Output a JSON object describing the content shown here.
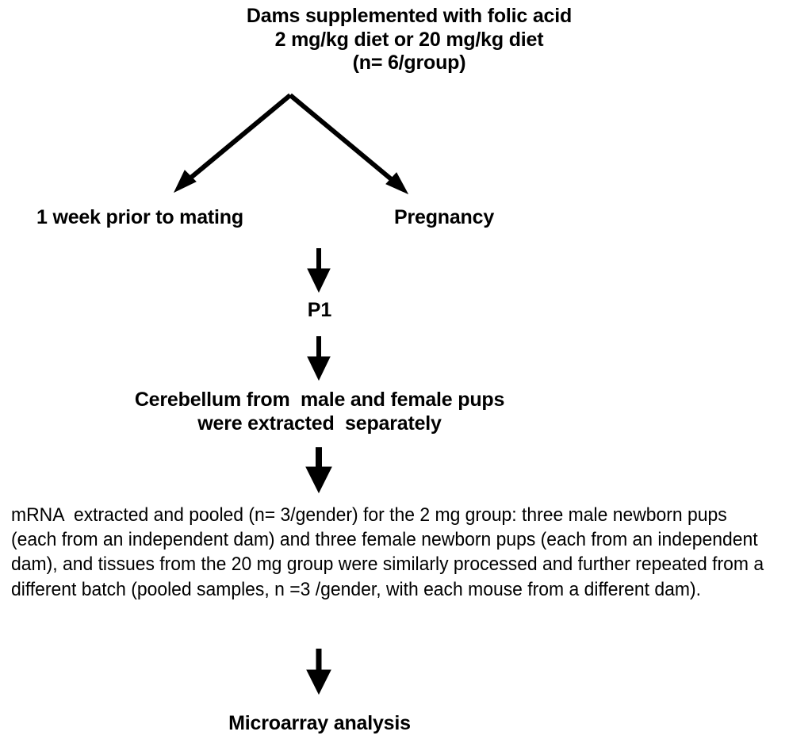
{
  "diagram": {
    "title": "Experimental design flowchart",
    "background_color": "#ffffff",
    "stroke_color": "#000000",
    "nodes": {
      "dams": "Dams supplemented with folic acid\n2 mg/kg diet or 20 mg/kg diet\n(n= 6/group)",
      "branch_left": "1 week prior to mating",
      "branch_right": "Pregnancy",
      "p1": "P1",
      "tissue": "Cerebellum from  male and female pups\nwere extracted  separately",
      "mrna_paragraph": "mRNA  extracted and pooled (n= 3/gender) for the 2 mg group: three male newborn pups (each from an independent dam) and three female newborn pups (each from an independent dam), and tissues from the 20 mg group were similarly processed and further repeated from a different batch (pooled samples, n =3 /gender, with each mouse from a different dam).",
      "final": "Microarray analysis"
    },
    "connectors": [
      {
        "name": "split-arrow-left",
        "from": "dams",
        "to": "branch_left"
      },
      {
        "name": "split-arrow-right",
        "from": "dams",
        "to": "branch_right"
      },
      {
        "name": "arrow-to-p1",
        "from": "branch_left",
        "to": "p1"
      },
      {
        "name": "arrow-to-tissue",
        "from": "p1",
        "to": "tissue"
      },
      {
        "name": "arrow-to-mrna",
        "from": "tissue",
        "to": "mrna_paragraph"
      },
      {
        "name": "arrow-to-microarray",
        "from": "mrna_paragraph",
        "to": "final"
      }
    ]
  }
}
